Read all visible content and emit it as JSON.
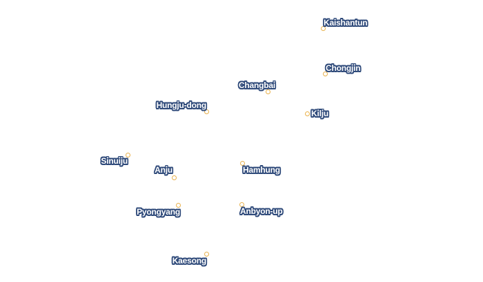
{
  "map": {
    "marker_color": "#e8b04a",
    "label_fill": "#ffffff",
    "label_outline": "#2f4a7a",
    "cities": [
      {
        "id": "kaishantun",
        "name": "Kaishantun"
      },
      {
        "id": "chongjin",
        "name": "Chongjin"
      },
      {
        "id": "changbai",
        "name": "Changbai"
      },
      {
        "id": "hungju-dong",
        "name": "Hungju-dong"
      },
      {
        "id": "kilju",
        "name": "Kilju"
      },
      {
        "id": "sinuiju",
        "name": "Sinuiju"
      },
      {
        "id": "anju",
        "name": "Anju"
      },
      {
        "id": "hamhung",
        "name": "Hamhung"
      },
      {
        "id": "pyongyang",
        "name": "Pyongyang"
      },
      {
        "id": "anbyon-up",
        "name": "Anbyon-up"
      },
      {
        "id": "kaesong",
        "name": "Kaesong"
      }
    ]
  }
}
